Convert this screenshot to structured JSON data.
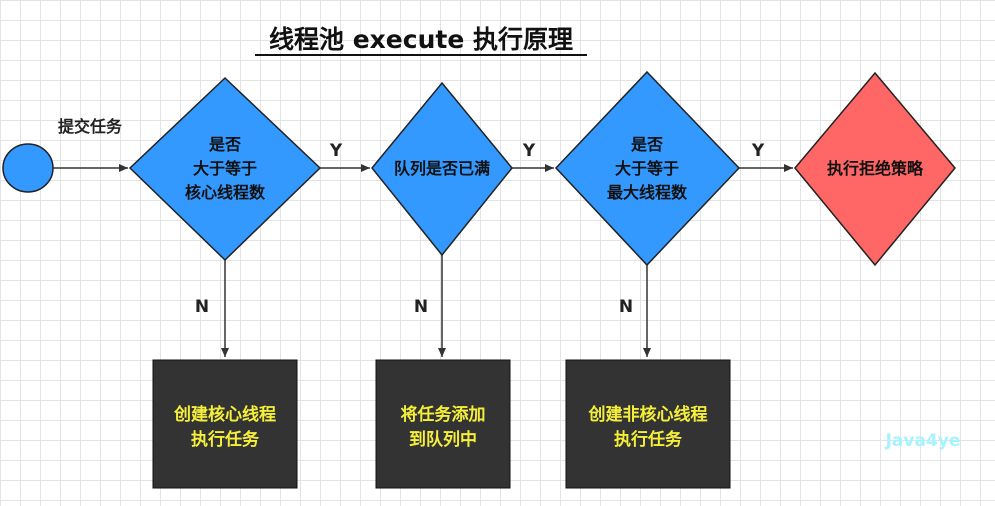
{
  "title": "线程池 execute 执行原理",
  "start_label": "提交任务",
  "decisions": [
    {
      "lines": [
        "是否",
        "大于等于",
        "核心线程数"
      ]
    },
    {
      "lines": [
        "队列是否已满"
      ]
    },
    {
      "lines": [
        "是否",
        "大于等于",
        "最大线程数"
      ]
    }
  ],
  "reject": {
    "lines": [
      "执行拒绝策略"
    ]
  },
  "yes_label": "Y",
  "no_label": "N",
  "boxes": [
    {
      "lines": [
        "创建核心线程",
        "执行任务"
      ]
    },
    {
      "lines": [
        "将任务添加",
        "到队列中"
      ]
    },
    {
      "lines": [
        "创建非核心线程",
        "执行任务"
      ]
    }
  ],
  "watermark": "Java4ye",
  "colors": {
    "decision": "#3399ff",
    "reject": "#ff6666",
    "box": "#333333",
    "box_text": "#f5ef3a",
    "watermark": "#a6f3ff"
  }
}
